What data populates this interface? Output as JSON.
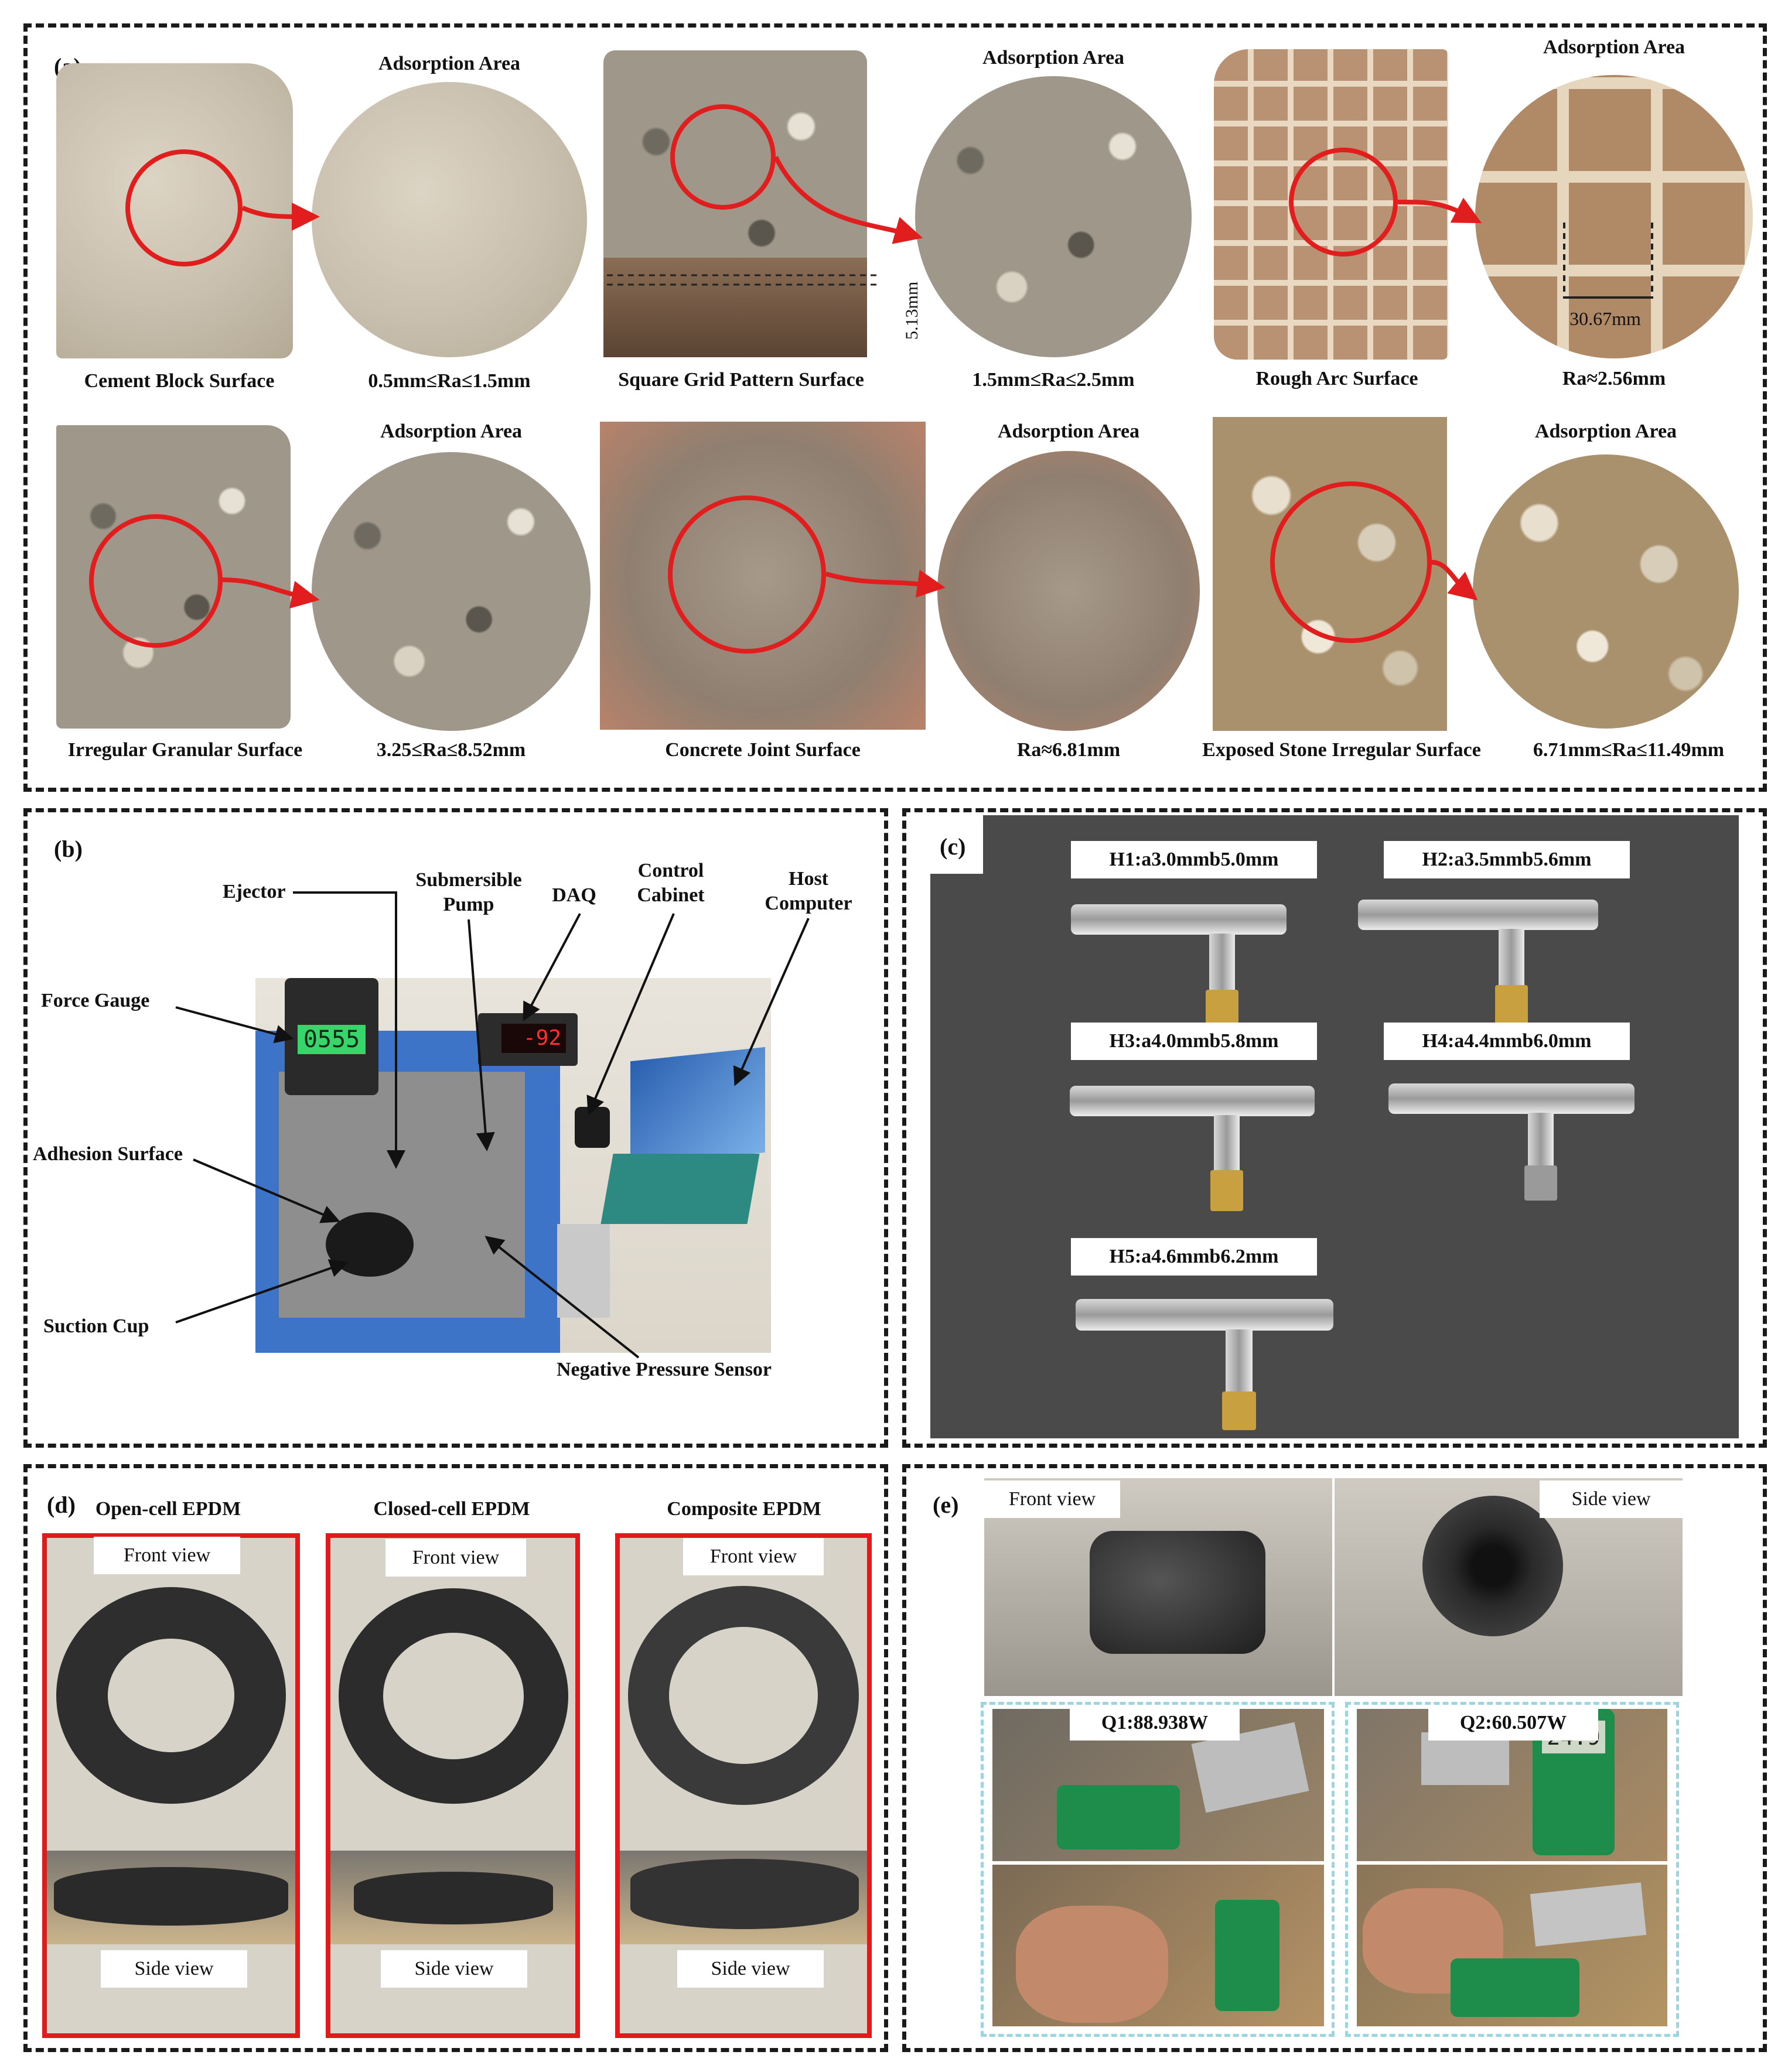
{
  "panel_a": {
    "label": "(a)",
    "adsorption_title": "Adsorption Area",
    "surfaces": [
      {
        "name": "Cement Block Surface",
        "roughness": "0.5mm≤Ra≤1.5mm"
      },
      {
        "name": "Square Grid Pattern Surface",
        "roughness": "1.5mm≤Ra≤2.5mm",
        "depth_annotation": "5.13mm"
      },
      {
        "name": "Rough Arc Surface",
        "roughness": "Ra≈2.56mm",
        "width_annotation": "30.67mm"
      },
      {
        "name": "Irregular Granular Surface",
        "roughness": "3.25≤Ra≤8.52mm"
      },
      {
        "name": "Concrete Joint Surface",
        "roughness": "Ra≈6.81mm"
      },
      {
        "name": "Exposed Stone Irregular Surface",
        "roughness": "6.71mm≤Ra≤11.49mm"
      }
    ]
  },
  "panel_b": {
    "label": "(b)",
    "callouts": {
      "ejector": "Ejector",
      "pump_line1": "Submersible",
      "pump_line2": "Pump",
      "daq": "DAQ",
      "cabinet_line1": "Control",
      "cabinet_line2": "Cabinet",
      "host_line1": "Host",
      "host_line2": "Computer",
      "force_gauge": "Force Gauge",
      "adhesion_surface": "Adhesion Surface",
      "suction_cup": "Suction Cup",
      "pressure_sensor": "Negative Pressure Sensor"
    },
    "gauge_reading": "0555",
    "daq_reading": "-92"
  },
  "panel_c": {
    "label": "(c)",
    "ejectors": [
      {
        "name": "H1:a3.0mmb5.0mm"
      },
      {
        "name": "H2:a3.5mmb5.6mm"
      },
      {
        "name": "H3:a4.0mmb5.8mm"
      },
      {
        "name": "H4:a4.4mmb6.0mm"
      },
      {
        "name": "H5:a4.6mmb6.2mm"
      }
    ]
  },
  "panel_d": {
    "label": "(d)",
    "front_view": "Front view",
    "side_view": "Side view",
    "materials": [
      {
        "name": "Open-cell EPDM"
      },
      {
        "name": "Closed-cell EPDM"
      },
      {
        "name": "Composite EPDM"
      }
    ]
  },
  "panel_e": {
    "label": "(e)",
    "front_view": "Front view",
    "side_view": "Side view",
    "pumps": [
      {
        "name": "Q1:88.938W"
      },
      {
        "name": "Q2:60.507W"
      }
    ],
    "meter_reading": "24.9"
  },
  "colors": {
    "highlight_red": "#e21d1d",
    "dashed_border": "#1a1a1a",
    "inner_dashed": "#9ad6e0"
  }
}
